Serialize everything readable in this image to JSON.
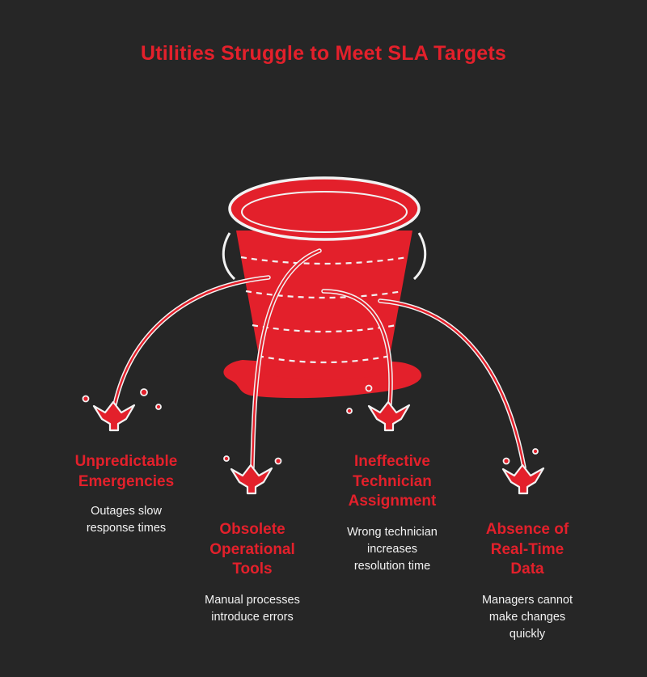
{
  "title": "Utilities Struggle to Meet SLA Targets",
  "colors": {
    "background": "#262626",
    "accent": "#e3202b",
    "text": "#f2f2f2"
  },
  "illustration": {
    "icon": "leaking-bucket-icon"
  },
  "items": [
    {
      "heading_line1": "Unpredictable",
      "heading_line2": "Emergencies",
      "heading_line3": "",
      "desc_line1": "Outages slow",
      "desc_line2": "response times",
      "desc_line3": ""
    },
    {
      "heading_line1": "Obsolete",
      "heading_line2": "Operational",
      "heading_line3": "Tools",
      "desc_line1": "Manual processes",
      "desc_line2": "introduce errors",
      "desc_line3": ""
    },
    {
      "heading_line1": "Ineffective",
      "heading_line2": "Technician",
      "heading_line3": "Assignment",
      "desc_line1": "Wrong technician",
      "desc_line2": "increases",
      "desc_line3": "resolution time"
    },
    {
      "heading_line1": "Absence of",
      "heading_line2": "Real-Time",
      "heading_line3": "Data",
      "desc_line1": "Managers cannot",
      "desc_line2": "make changes",
      "desc_line3": "quickly"
    }
  ]
}
